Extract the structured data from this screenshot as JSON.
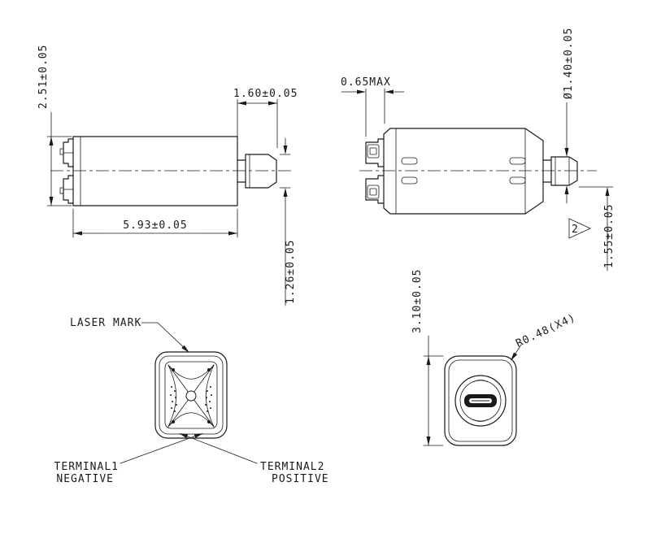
{
  "page": {
    "background": "#ffffff",
    "line_color": "#1a1a1a"
  },
  "side_view": {
    "dim_height": "2.51±0.05",
    "dim_tip_length": "1.60±0.05",
    "dim_body_length": "5.93±0.05",
    "dim_tip_height": "1.26±0.05"
  },
  "top_view": {
    "dim_terminal_length": "0.65MAX",
    "dim_tip_diameter": "Ø1.40±0.05",
    "dim_tip_flat": "1.55±0.05",
    "flag_note": "2"
  },
  "front_view": {
    "laser_mark_label": "LASER MARK",
    "terminal1_label": "TERMINAL1",
    "terminal1_polarity": "NEGATIVE",
    "terminal2_label": "TERMINAL2",
    "terminal2_polarity": "POSITIVE"
  },
  "rear_view": {
    "dim_height": "3.10±0.05",
    "dim_corner_radius": "R0.48(X4)"
  }
}
